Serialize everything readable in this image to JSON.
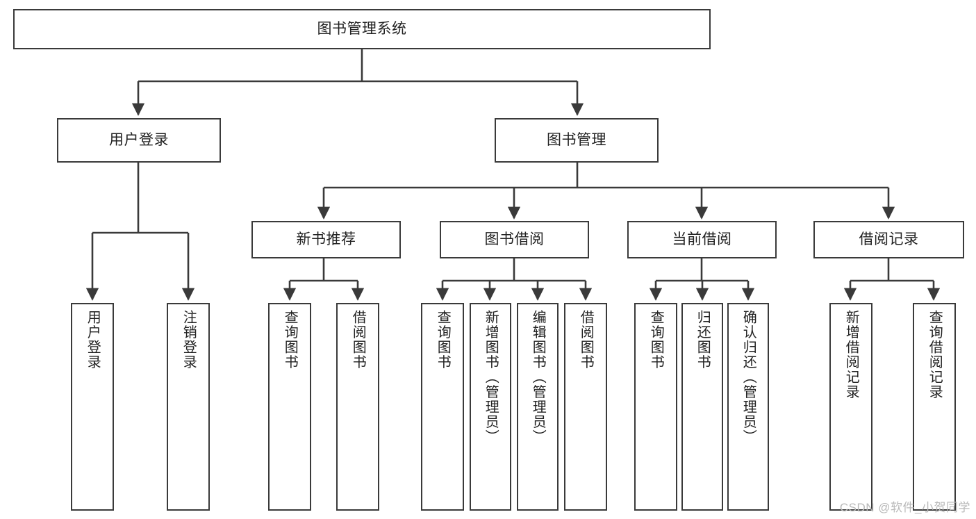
{
  "diagram": {
    "title": "图书管理系统",
    "type": "tree",
    "watermark": "CSDN @软件_小贺同学",
    "colors": {
      "background": "#ffffff",
      "box_border": "#3a3a3a",
      "box_fill": "#ffffff",
      "connector": "#3a3a3a",
      "text": "#222222",
      "watermark": "#b9b9b9"
    },
    "root": {
      "label": "图书管理系统"
    },
    "level2": [
      {
        "label": "用户登录"
      },
      {
        "label": "图书管理"
      }
    ],
    "level3": [
      {
        "label": "新书推荐"
      },
      {
        "label": "图书借阅"
      },
      {
        "label": "当前借阅"
      },
      {
        "label": "借阅记录"
      }
    ],
    "leaves": {
      "user_login": [
        {
          "label": "用户登录"
        },
        {
          "label": "注销登录"
        }
      ],
      "new_book_recommend": [
        {
          "label": "查询图书"
        },
        {
          "label": "借阅图书"
        }
      ],
      "book_borrow": [
        {
          "label": "查询图书"
        },
        {
          "label": "新增图书（管理员）"
        },
        {
          "label": "编辑图书（管理员）"
        },
        {
          "label": "借阅图书"
        }
      ],
      "current_borrow": [
        {
          "label": "查询图书"
        },
        {
          "label": "归还图书"
        },
        {
          "label": "确认归还（管理员）"
        }
      ],
      "borrow_record": [
        {
          "label": "新增借阅记录"
        },
        {
          "label": "查询借阅记录"
        }
      ]
    }
  }
}
